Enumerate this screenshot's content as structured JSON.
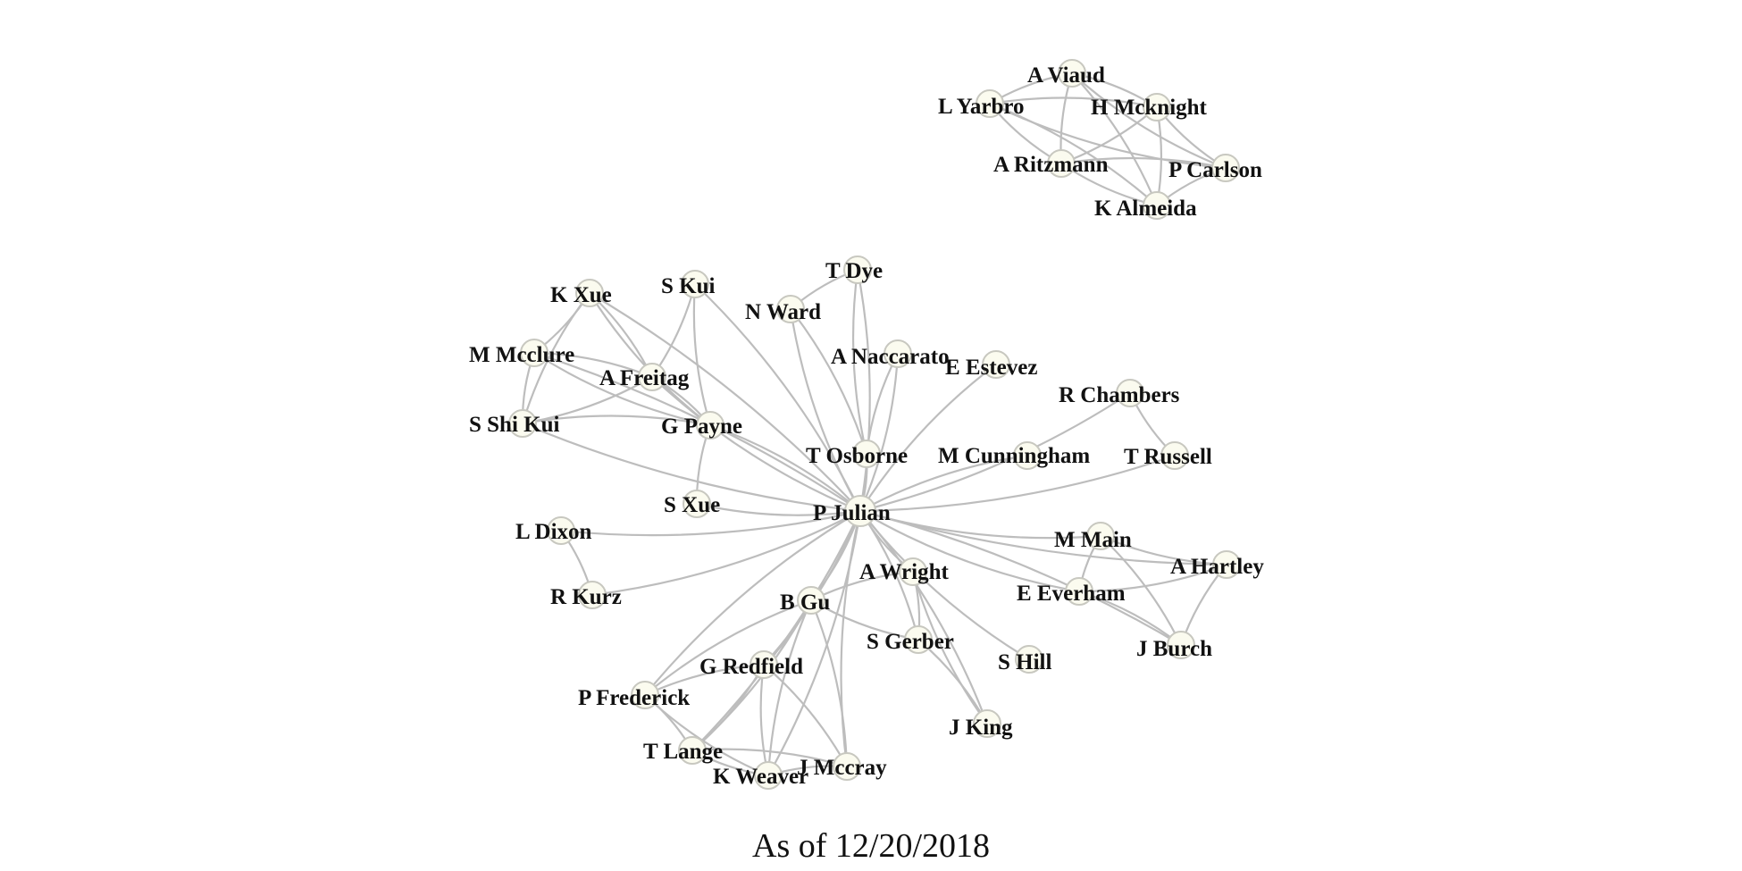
{
  "caption": "As of 12/20/2018",
  "colors": {
    "edge": "#bdbdbd",
    "node_fill": "#fbfbef",
    "node_stroke": "#c8c8c0",
    "label": "#111111"
  },
  "nodes": [
    {
      "id": "a-viaud",
      "label": "A Viaud"
    },
    {
      "id": "l-yarbro",
      "label": "L Yarbro"
    },
    {
      "id": "h-mcknight",
      "label": "H Mcknight"
    },
    {
      "id": "a-ritzmann",
      "label": "A Ritzmann"
    },
    {
      "id": "p-carlson",
      "label": "P Carlson"
    },
    {
      "id": "k-almeida",
      "label": "K Almeida"
    },
    {
      "id": "t-dye",
      "label": "T Dye"
    },
    {
      "id": "s-kui",
      "label": "S Kui"
    },
    {
      "id": "k-xue",
      "label": "K Xue"
    },
    {
      "id": "n-ward",
      "label": "N Ward"
    },
    {
      "id": "a-naccarato",
      "label": "A Naccarato"
    },
    {
      "id": "e-estevez",
      "label": "E Estevez"
    },
    {
      "id": "m-mcclure",
      "label": "M Mcclure"
    },
    {
      "id": "a-freitag",
      "label": "A Freitag"
    },
    {
      "id": "r-chambers",
      "label": "R Chambers"
    },
    {
      "id": "s-shi-kui",
      "label": "S Shi Kui"
    },
    {
      "id": "g-payne",
      "label": "G Payne"
    },
    {
      "id": "t-osborne",
      "label": "T Osborne"
    },
    {
      "id": "m-cunningham",
      "label": "M Cunningham"
    },
    {
      "id": "t-russell",
      "label": "T Russell"
    },
    {
      "id": "s-xue",
      "label": "S Xue"
    },
    {
      "id": "p-julian",
      "label": "P Julian"
    },
    {
      "id": "l-dixon",
      "label": "L Dixon"
    },
    {
      "id": "m-main",
      "label": "M Main"
    },
    {
      "id": "a-hartley",
      "label": "A Hartley"
    },
    {
      "id": "a-wright",
      "label": "A Wright"
    },
    {
      "id": "r-kurz",
      "label": "R Kurz"
    },
    {
      "id": "e-everham",
      "label": "E Everham"
    },
    {
      "id": "b-gu",
      "label": "B Gu"
    },
    {
      "id": "s-gerber",
      "label": "S Gerber"
    },
    {
      "id": "j-burch",
      "label": "J Burch"
    },
    {
      "id": "s-hill",
      "label": "S Hill"
    },
    {
      "id": "g-redfield",
      "label": "G Redfield"
    },
    {
      "id": "p-frederick",
      "label": "P Frederick"
    },
    {
      "id": "j-king",
      "label": "J King"
    },
    {
      "id": "t-lange",
      "label": "T Lange"
    },
    {
      "id": "j-mccray",
      "label": "J Mccray"
    },
    {
      "id": "k-weaver",
      "label": "K Weaver"
    }
  ],
  "edges": [
    [
      "a-viaud",
      "l-yarbro"
    ],
    [
      "a-viaud",
      "h-mcknight"
    ],
    [
      "a-viaud",
      "a-ritzmann"
    ],
    [
      "a-viaud",
      "k-almeida"
    ],
    [
      "a-viaud",
      "p-carlson"
    ],
    [
      "l-yarbro",
      "h-mcknight"
    ],
    [
      "l-yarbro",
      "a-ritzmann"
    ],
    [
      "l-yarbro",
      "k-almeida"
    ],
    [
      "l-yarbro",
      "p-carlson"
    ],
    [
      "h-mcknight",
      "a-ritzmann"
    ],
    [
      "h-mcknight",
      "p-carlson"
    ],
    [
      "h-mcknight",
      "k-almeida"
    ],
    [
      "a-ritzmann",
      "k-almeida"
    ],
    [
      "a-ritzmann",
      "p-carlson"
    ],
    [
      "p-carlson",
      "k-almeida"
    ],
    [
      "k-xue",
      "m-mcclure"
    ],
    [
      "k-xue",
      "s-shi-kui"
    ],
    [
      "k-xue",
      "a-freitag"
    ],
    [
      "k-xue",
      "g-payne"
    ],
    [
      "k-xue",
      "p-julian"
    ],
    [
      "m-mcclure",
      "s-shi-kui"
    ],
    [
      "m-mcclure",
      "a-freitag"
    ],
    [
      "m-mcclure",
      "g-payne"
    ],
    [
      "m-mcclure",
      "p-julian"
    ],
    [
      "s-shi-kui",
      "a-freitag"
    ],
    [
      "s-shi-kui",
      "g-payne"
    ],
    [
      "s-shi-kui",
      "p-julian"
    ],
    [
      "a-freitag",
      "g-payne"
    ],
    [
      "a-freitag",
      "p-julian"
    ],
    [
      "s-kui",
      "a-freitag"
    ],
    [
      "s-kui",
      "g-payne"
    ],
    [
      "s-kui",
      "p-julian"
    ],
    [
      "g-payne",
      "s-xue"
    ],
    [
      "g-payne",
      "p-julian"
    ],
    [
      "s-xue",
      "p-julian"
    ],
    [
      "n-ward",
      "t-dye"
    ],
    [
      "n-ward",
      "p-julian"
    ],
    [
      "n-ward",
      "t-osborne"
    ],
    [
      "t-dye",
      "t-osborne"
    ],
    [
      "t-dye",
      "p-julian"
    ],
    [
      "a-naccarato",
      "t-osborne"
    ],
    [
      "a-naccarato",
      "p-julian"
    ],
    [
      "e-estevez",
      "p-julian"
    ],
    [
      "t-osborne",
      "p-julian"
    ],
    [
      "m-cunningham",
      "p-julian"
    ],
    [
      "r-chambers",
      "p-julian"
    ],
    [
      "r-chambers",
      "t-russell"
    ],
    [
      "t-russell",
      "p-julian"
    ],
    [
      "l-dixon",
      "p-julian"
    ],
    [
      "l-dixon",
      "r-kurz"
    ],
    [
      "r-kurz",
      "p-julian"
    ],
    [
      "m-main",
      "p-julian"
    ],
    [
      "m-main",
      "a-hartley"
    ],
    [
      "m-main",
      "j-burch"
    ],
    [
      "m-main",
      "e-everham"
    ],
    [
      "e-everham",
      "p-julian"
    ],
    [
      "e-everham",
      "a-hartley"
    ],
    [
      "e-everham",
      "j-burch"
    ],
    [
      "a-hartley",
      "j-burch"
    ],
    [
      "a-hartley",
      "p-julian"
    ],
    [
      "j-burch",
      "p-julian"
    ],
    [
      "a-wright",
      "p-julian"
    ],
    [
      "a-wright",
      "b-gu"
    ],
    [
      "a-wright",
      "s-gerber"
    ],
    [
      "a-wright",
      "j-king"
    ],
    [
      "s-gerber",
      "j-king"
    ],
    [
      "s-gerber",
      "p-julian"
    ],
    [
      "s-gerber",
      "b-gu"
    ],
    [
      "j-king",
      "p-julian"
    ],
    [
      "s-hill",
      "p-julian"
    ],
    [
      "b-gu",
      "p-julian"
    ],
    [
      "b-gu",
      "g-redfield"
    ],
    [
      "b-gu",
      "p-frederick"
    ],
    [
      "b-gu",
      "t-lange"
    ],
    [
      "b-gu",
      "k-weaver"
    ],
    [
      "b-gu",
      "j-mccray"
    ],
    [
      "g-redfield",
      "p-frederick"
    ],
    [
      "g-redfield",
      "t-lange"
    ],
    [
      "g-redfield",
      "k-weaver"
    ],
    [
      "g-redfield",
      "j-mccray"
    ],
    [
      "g-redfield",
      "p-julian"
    ],
    [
      "p-frederick",
      "t-lange"
    ],
    [
      "p-frederick",
      "k-weaver"
    ],
    [
      "p-frederick",
      "p-julian"
    ],
    [
      "t-lange",
      "k-weaver"
    ],
    [
      "t-lange",
      "j-mccray"
    ],
    [
      "t-lange",
      "p-julian"
    ],
    [
      "k-weaver",
      "j-mccray"
    ],
    [
      "k-weaver",
      "p-julian"
    ],
    [
      "j-mccray",
      "p-julian"
    ]
  ]
}
